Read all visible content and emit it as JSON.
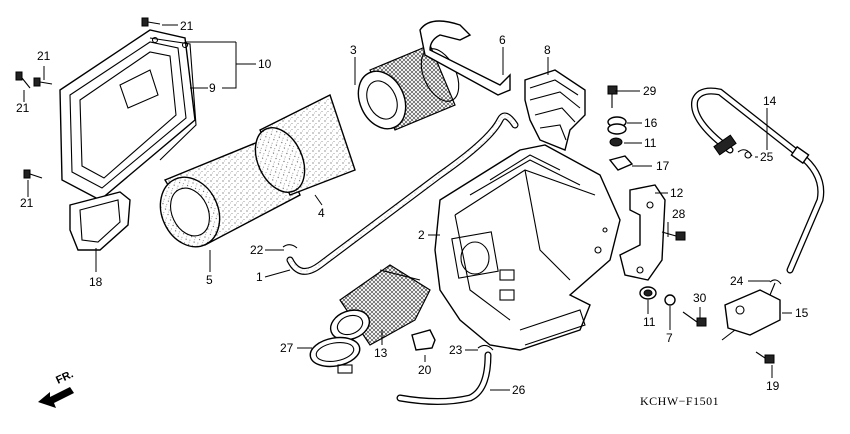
{
  "diagram": {
    "part_labels": {
      "p1": "1",
      "p2": "2",
      "p3": "3",
      "p4": "4",
      "p5": "5",
      "p6": "6",
      "p7": "7",
      "p8": "8",
      "p9": "9",
      "p10": "10",
      "p11a": "11",
      "p11b": "11",
      "p12": "12",
      "p13": "13",
      "p14": "14",
      "p15": "15",
      "p16": "16",
      "p17": "17",
      "p18": "18",
      "p19": "19",
      "p20": "20",
      "p21a": "21",
      "p21b": "21",
      "p21c": "21",
      "p21d": "21",
      "p22": "22",
      "p23": "23",
      "p24": "24",
      "p25": "25",
      "p26": "26",
      "p27": "27",
      "p28": "28",
      "p29": "29",
      "p30": "30"
    },
    "direction_label": "FR.",
    "diagram_code": "KCHW−F1501",
    "line_color": "#000000",
    "background": "#ffffff"
  }
}
